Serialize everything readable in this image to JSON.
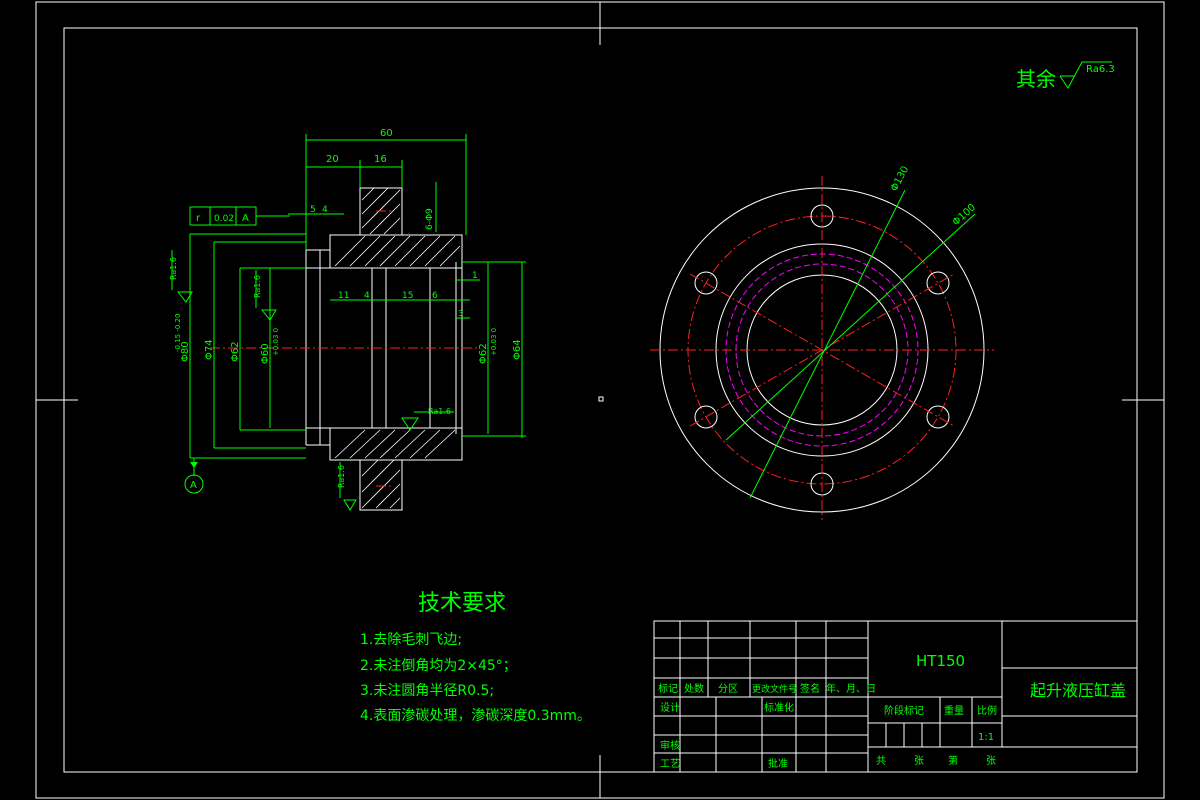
{
  "roughness_note": {
    "prefix": "其余",
    "value": "Ra6.3"
  },
  "section_view": {
    "dims": {
      "overall_length": "60",
      "d20": "20",
      "d16": "16",
      "d5": "5",
      "d4": "4",
      "d11": "11",
      "d4b": "4",
      "d15": "15",
      "d6": "6",
      "d1": "1",
      "d3": "3",
      "hole": "6-Φ9",
      "phi74": "Φ74",
      "phi62": "Φ62",
      "phi60": "Φ60",
      "phi62b": "Φ62",
      "phi64": "Φ64",
      "phi80": "Φ80",
      "tol_a": "+0.03 0",
      "tol_b": "+0.03 0",
      "tol_c": "-0.15 -0.20"
    },
    "tolerance_frame": {
      "symbol": "r",
      "value": "0.02",
      "datum": "A"
    },
    "roughness": [
      "Ra1.6",
      "Ra1.6",
      "Ra1.6",
      "Ra1.6"
    ],
    "datum_label": "A"
  },
  "front_view": {
    "dia_outer": "Φ130",
    "dia_bolt": "Φ100"
  },
  "tech_requirements": {
    "title": "技术要求",
    "items": [
      "1.去除毛刺飞边;",
      "2.未注倒角均为2×45°；",
      "3.未注圆角半径R0.5;",
      "4.表面渗碳处理，渗碳深度0.3mm。"
    ]
  },
  "title_block": {
    "material": "HT150",
    "part_name": "起升液压缸盖",
    "headers": [
      "标记",
      "处数",
      "分区",
      "更改文件号",
      "签名",
      "年、月、日"
    ],
    "row_labels": [
      "设计",
      "标准化",
      "审核",
      "工艺",
      "批准"
    ],
    "stage_mark": "阶段标记",
    "weight": "重量",
    "scale_label": "比例",
    "scale_value": "1:1",
    "sheet_total": "共",
    "sheet_unit": "张",
    "sheet_no": "第",
    "sheet_unit2": "张"
  }
}
